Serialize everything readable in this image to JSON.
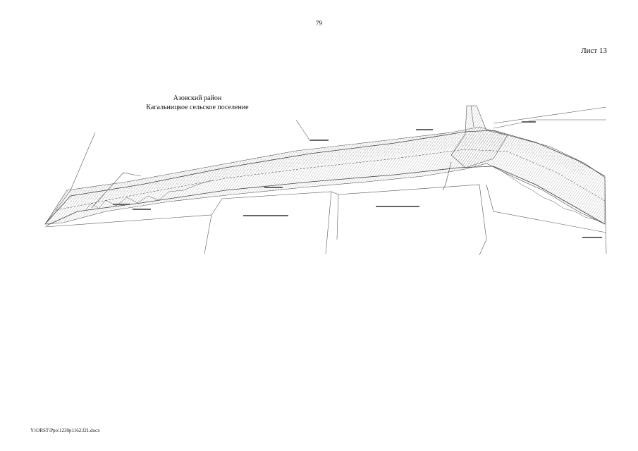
{
  "page": {
    "page_number": "79",
    "sheet_label": "Лист 13",
    "footer_path": "Y:\\ORST\\Ppo\\1230p1162.f21.docx"
  },
  "map": {
    "title": {
      "line1": "Азовский район",
      "line2": "Кагальницкое сельское поселение"
    },
    "colors": {
      "lines": "#4a4a4a",
      "hatch": "#9a9a9a",
      "dots": "#777777"
    }
  }
}
